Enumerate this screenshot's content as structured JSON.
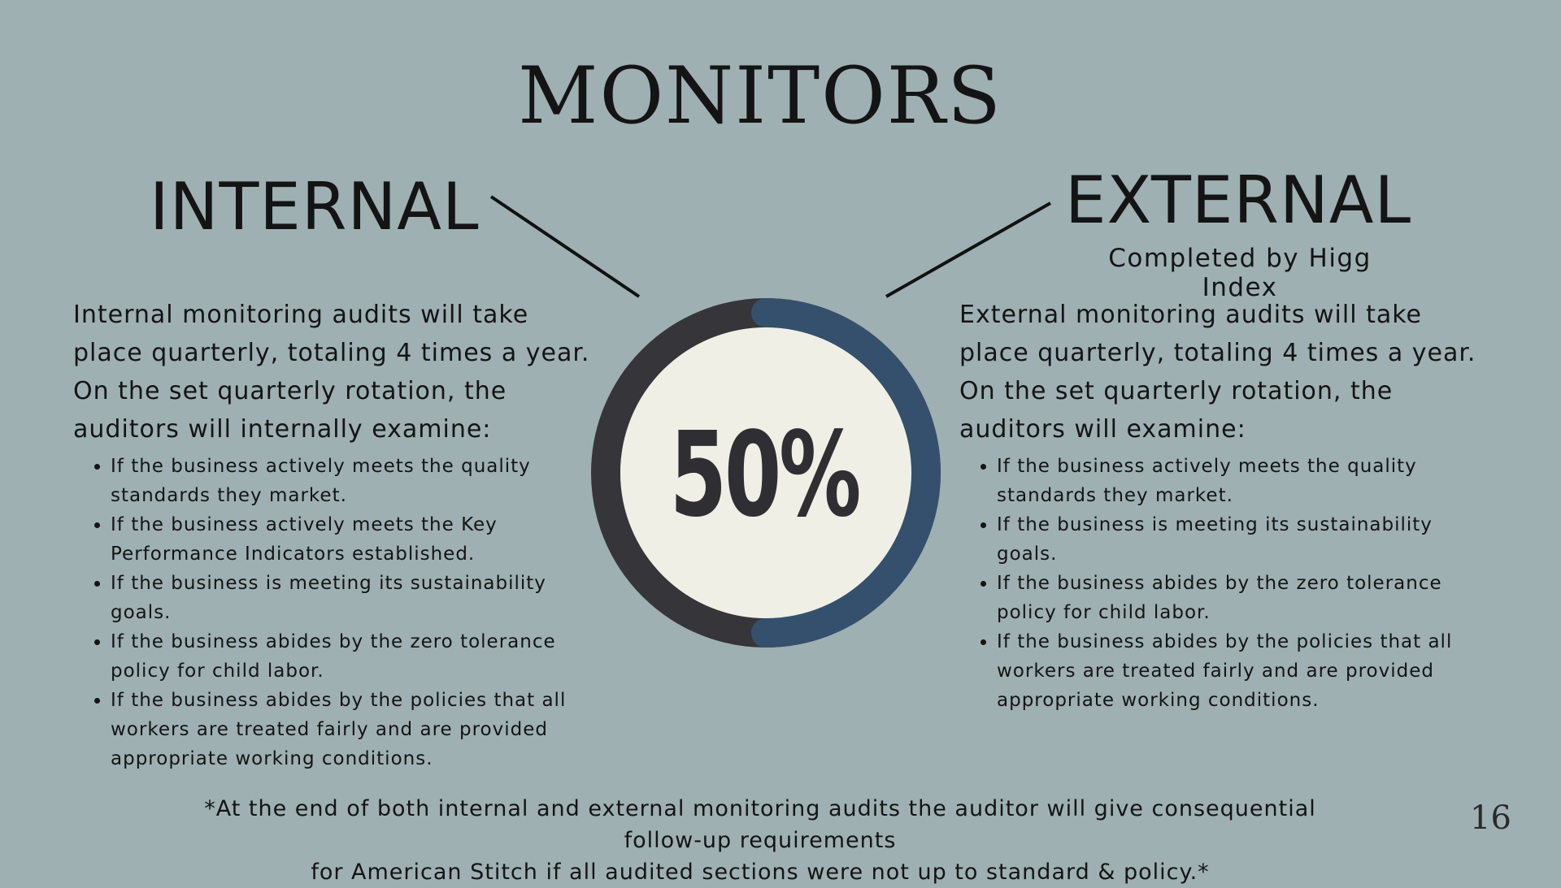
{
  "title": "MONITORS",
  "percent_label": "50%",
  "progress": {
    "fraction": 0.5,
    "track_color": "#35353a",
    "fill_color": "#34506d",
    "center_color": "#f0efe6"
  },
  "internal": {
    "heading": "INTERNAL",
    "intro": "Internal monitoring audits will take place quarterly, totaling 4 times a year. On the set quarterly rotation, the auditors will internally examine:",
    "bullets": [
      "If the business actively meets the quality standards they market.",
      "If the business actively meets the Key Performance Indicators established.",
      "If the business is meeting its sustainability goals.",
      "If the business abides by the zero tolerance policy for child labor.",
      "If the business abides by the policies that all workers are treated fairly and are provided appropriate working conditions."
    ]
  },
  "external": {
    "heading": "EXTERNAL",
    "subheading": "Completed by Higg Index",
    "intro": "External monitoring audits will take place quarterly, totaling 4 times a year. On the set quarterly rotation, the auditors will examine:",
    "bullets": [
      "If the business actively meets the quality standards they market.",
      "If the business is meeting its sustainability goals.",
      "If the business abides by the zero tolerance policy for child labor.",
      "If the business abides by the policies that all workers are treated fairly and are provided appropriate working conditions."
    ]
  },
  "footnote_line1": "*At the end of both internal and external monitoring audits the auditor will give consequential follow-up requirements",
  "footnote_line2": "for American Stitch if all audited sections were not up to standard & policy.*",
  "page_number": "16"
}
